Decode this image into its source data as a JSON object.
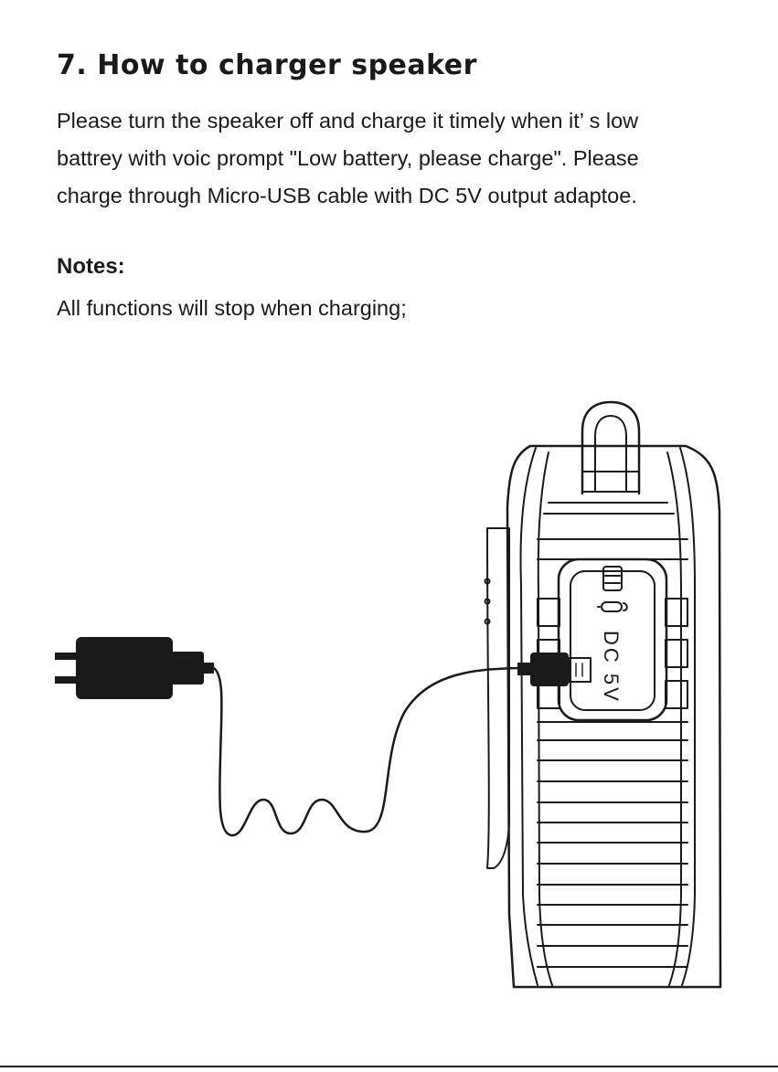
{
  "heading": "7. How to charger speaker",
  "body_lines": [
    "Please turn the speaker off and charge it timely when it’ s low",
    "battrey with voic prompt \"Low battery, please charge\". Please",
    "charge through Micro-USB cable with DC 5V output adaptoe."
  ],
  "notes_heading": "Notes:",
  "notes_text": "All functions will stop when charging;",
  "port_label": "DC 5V"
}
